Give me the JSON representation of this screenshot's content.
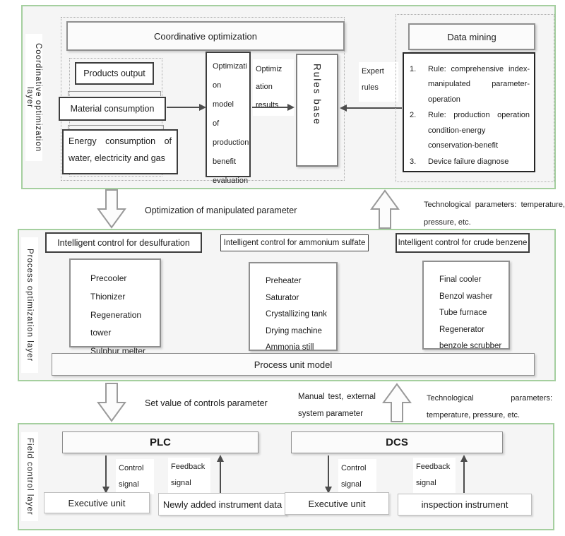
{
  "layer1": {
    "label": "Coordinative optimization layer",
    "header": "Coordinative optimization",
    "inputs": {
      "products": "Products output",
      "material": "Material consumption",
      "energy": "Energy consumption of water, electricity and gas"
    },
    "model_lines": [
      "Optimizati",
      "on model",
      "of",
      "production",
      "benefit",
      "evaluation"
    ],
    "results_lines": [
      "Optimiz",
      "ation",
      "results"
    ],
    "rules_base": "Rules base",
    "expert_rules": "Expert rules",
    "data_mining": {
      "header": "Data mining",
      "rules": [
        {
          "num": "1.",
          "text": "Rule: comprehensive index-manipulated parameter-operation"
        },
        {
          "num": "2.",
          "text": "Rule: production operation condition-energy conservation-benefit"
        },
        {
          "num": "3.",
          "text": "Device failure diagnose"
        }
      ]
    }
  },
  "flow1": {
    "down_label": "Optimization of manipulated parameter",
    "up_label": "Technological parameters: temperature, pressure, etc."
  },
  "layer2": {
    "label": "Process optimization layer",
    "columns": [
      {
        "header": "Intelligent control for desulfuration",
        "items": [
          "Precooler",
          "Thionizer",
          "Regeneration tower",
          "Sulphur melter"
        ]
      },
      {
        "header": "Intelligent control for ammonium sulfate",
        "items": [
          "Preheater",
          "Saturator",
          "Crystallizing tank",
          "Drying machine",
          "Ammonia still tower"
        ]
      },
      {
        "header": "Intelligent control for crude benzene",
        "items": [
          "Final cooler",
          "Benzol washer",
          "Tube furnace",
          "Regenerator",
          "benzole scrubber"
        ]
      }
    ],
    "footer": "Process unit model"
  },
  "flow2": {
    "down_label": "Set value of controls parameter",
    "manual_label": "Manual test, external system parameter",
    "up_label": "Technological parameters: temperature, pressure, etc."
  },
  "layer3": {
    "label": "Field control layer",
    "plc": {
      "title": "PLC",
      "control": "Control signal",
      "feedback": "Feedback signal",
      "executive": "Executive unit",
      "instrument": "Newly added instrument data"
    },
    "dcs": {
      "title": "DCS",
      "control": "Control signal",
      "feedback": "Feedback signal",
      "executive": "Executive unit",
      "instrument": "inspection instrument"
    }
  },
  "colors": {
    "layer_border": "#a5cf9f",
    "dark_box_border": "#3d3d3d",
    "gray_box_border": "#8f8f8f",
    "arrow": "#4d4d4d"
  }
}
